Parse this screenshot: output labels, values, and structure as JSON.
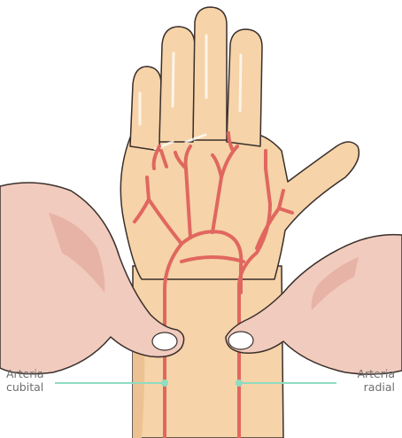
{
  "labels": {
    "ulnar_line1": "Arteria",
    "ulnar_line2": "cubital",
    "radial_line1": "Arteria",
    "radial_line2": "radial"
  },
  "colors": {
    "skin": "#f6d3a8",
    "skin_shadow": "#edc292",
    "examiner_skin": "#f1cbbd",
    "examiner_shadow": "#e4ada0",
    "artery": "#e0675f",
    "pointer": "#8fdcc0",
    "outline": "#3a2f2c",
    "label_text": "#6e6e6e"
  }
}
